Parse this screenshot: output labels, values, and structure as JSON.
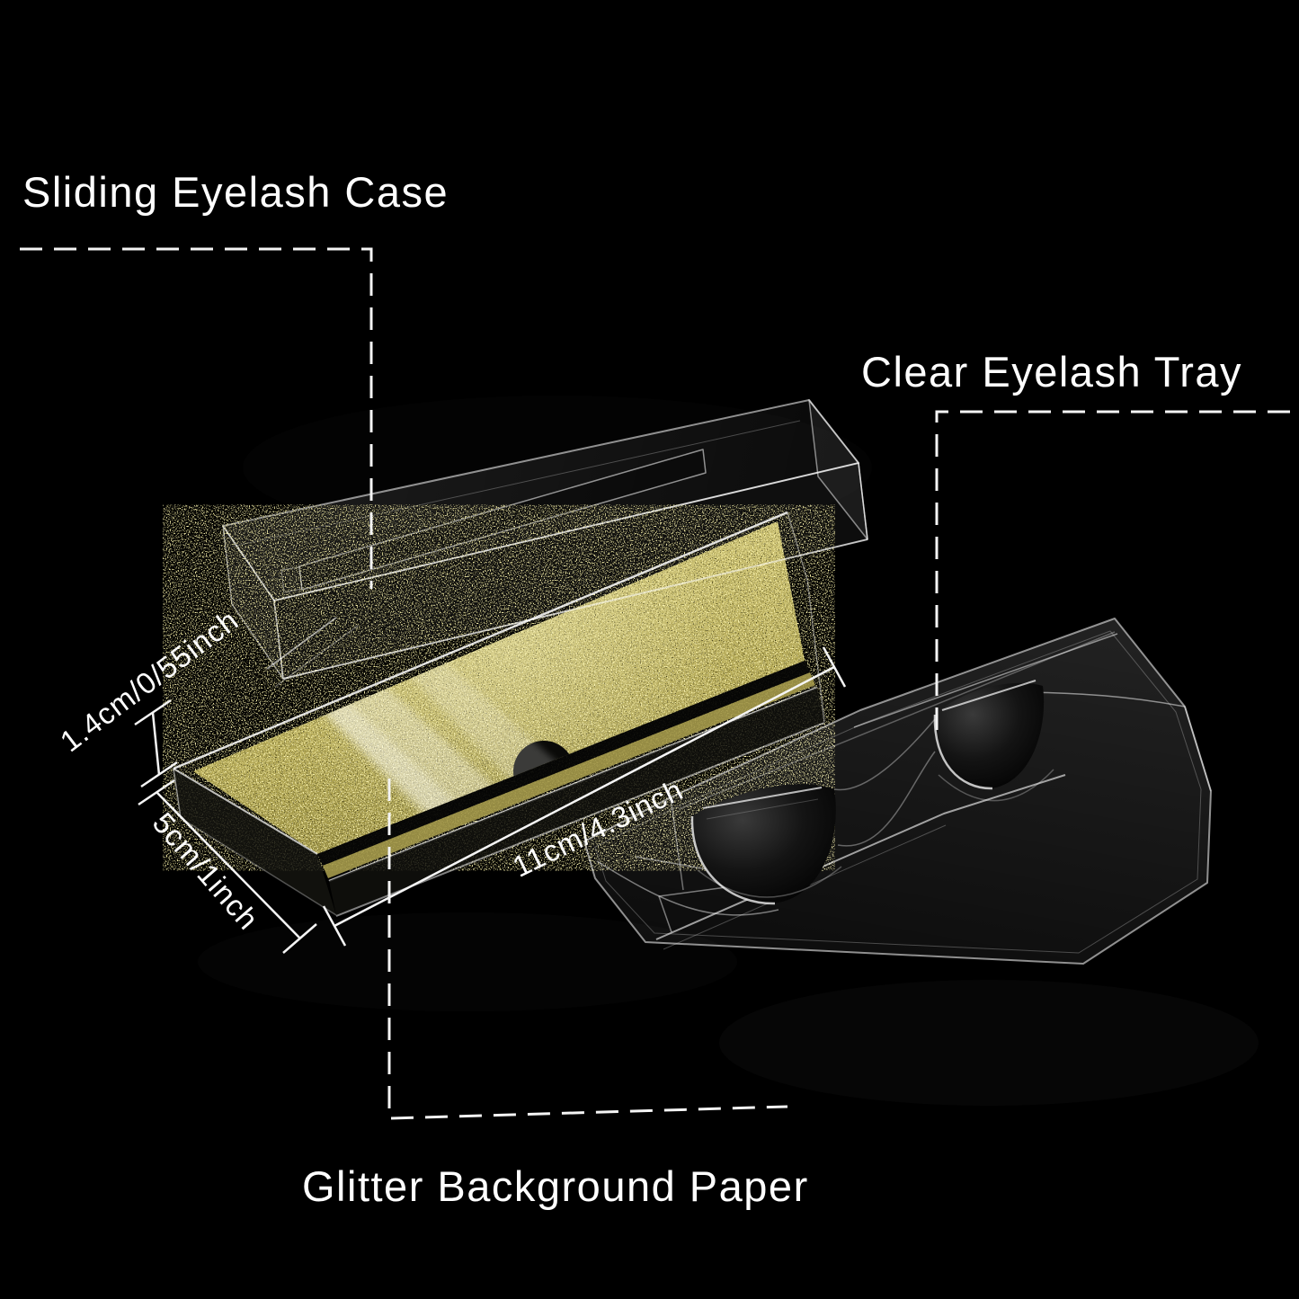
{
  "scene": {
    "background": "#000000",
    "description": "Annotated product photo: transparent sliding eyelash case with gold glitter background paper and a clear blister eyelash tray on a black background"
  },
  "labels": {
    "sliding_case": "Sliding Eyelash Case",
    "clear_tray": "Clear Eyelash Tray",
    "glitter_paper": "Glitter Background Paper"
  },
  "dimensions": {
    "case_height": "1.4cm/0/55inch",
    "case_width": "5cm/1inch",
    "case_length": "11cm/4.3inch"
  },
  "colors": {
    "text": "#ffffff",
    "annotation_lines": "#f5f5f5",
    "glitter_gold": "#b3a855",
    "glitter_gold_light": "#d9cf82",
    "glitter_gold_dark": "#8a8137",
    "plastic_highlight": "rgba(255,255,255,0.7)"
  }
}
